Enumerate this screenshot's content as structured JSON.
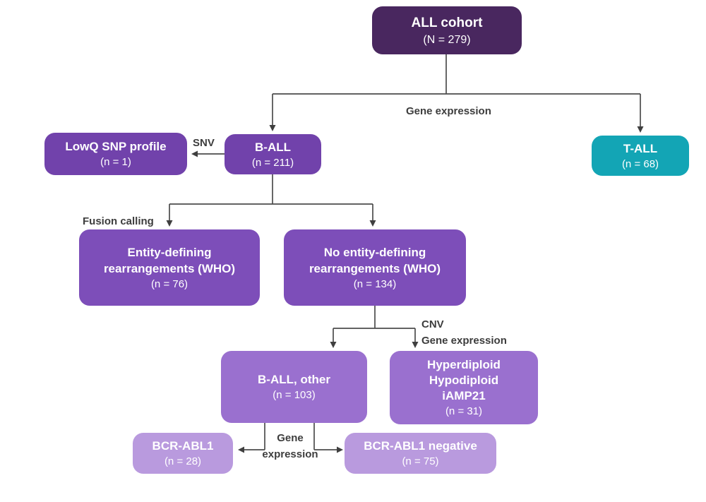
{
  "diagram_title": "ALL cohort classification flowchart",
  "colors": {
    "dark_purple": "#49275f",
    "purple": "#7142ab",
    "mid_purple": "#7d4eb9",
    "light_purple": "#9a70cf",
    "pale_purple": "#b99ade",
    "teal": "#13a5b5",
    "line": "#4c4c4c",
    "label_text": "#3d3d3d"
  },
  "nodes": {
    "all_cohort": {
      "lines": [
        "ALL cohort"
      ],
      "count": "(N = 279)"
    },
    "lowq": {
      "lines": [
        "LowQ SNP profile"
      ],
      "count": "(n = 1)"
    },
    "b_all": {
      "lines": [
        "B-ALL"
      ],
      "count": "(n = 211)"
    },
    "t_all": {
      "lines": [
        "T-ALL"
      ],
      "count": "(n = 68)"
    },
    "entity": {
      "lines": [
        "Entity-defining",
        "rearrangements (WHO)"
      ],
      "count": "(n = 76)"
    },
    "no_entity": {
      "lines": [
        "No entity-defining",
        "rearrangements (WHO)"
      ],
      "count": "(n = 134)"
    },
    "b_all_other": {
      "lines": [
        "B-ALL, other"
      ],
      "count": "(n = 103)"
    },
    "hyperdiploid": {
      "lines": [
        "Hyperdiploid",
        "Hypodiploid",
        "iAMP21"
      ],
      "count": "(n = 31)"
    },
    "bcr_abl1": {
      "lines": [
        "BCR-ABL1"
      ],
      "count": "(n = 28)"
    },
    "bcr_abl1_neg": {
      "lines": [
        "BCR-ABL1 negative"
      ],
      "count": "(n = 75)"
    }
  },
  "edge_labels": {
    "gene_expression_top": "Gene expression",
    "snv": "SNV",
    "fusion_calling": "Fusion calling",
    "cnv": "CNV",
    "gene_expression_mid": "Gene expression",
    "gene_expression_bottom_line1": "Gene",
    "gene_expression_bottom_line2": "expression"
  }
}
